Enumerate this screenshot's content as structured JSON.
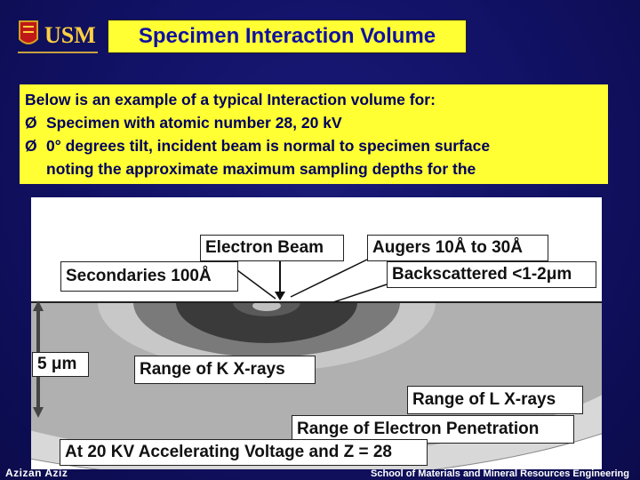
{
  "logo": {
    "text": "USM"
  },
  "title": "Specimen Interaction Volume",
  "intro": {
    "heading": "Below is an example of a typical Interaction volume for:",
    "bullets": [
      "Specimen with atomic number 28, 20 kV",
      "0° degrees tilt, incident beam is normal to specimen surface"
    ],
    "continuation": "noting the approximate maximum sampling depths for the",
    "bullet_symbol": "Ø"
  },
  "diagram": {
    "labels": {
      "electron_beam": "Electron Beam",
      "augers": "Augers 10Å to 30Å",
      "secondaries": "Secondaries 100Å",
      "backscattered": "Backscattered <1-2μm",
      "scale": "5 μm",
      "range_k": "Range of K  X-rays",
      "range_l": "Range of L  X-rays",
      "range_penetration": "Range of Electron Penetration",
      "conditions": "At 20 KV Accelerating Voltage and Z = 28"
    }
  },
  "footer": {
    "author": "Azizan Aziz",
    "school": "School of Materials and Mineral Resources Engineering"
  },
  "colors": {
    "background": "#10105a",
    "highlight": "#ffff33",
    "title_text": "#1010a0"
  }
}
